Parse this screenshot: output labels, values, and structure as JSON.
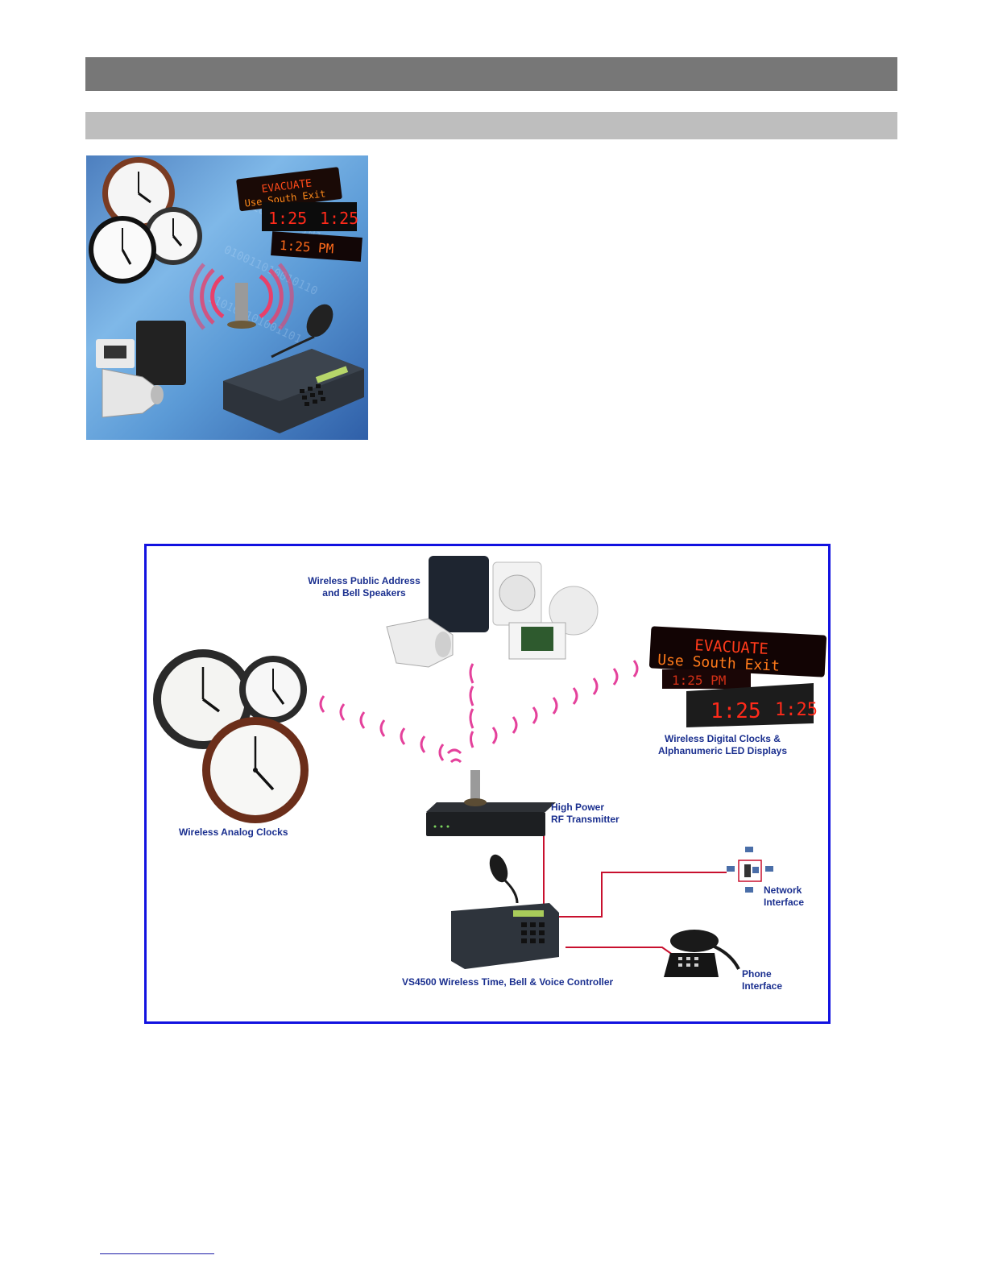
{
  "photo": {
    "led_line1": "EVACUATE",
    "led_line2": "Use South Exit",
    "digital_time_left": "1:25",
    "digital_time_right": "1:25",
    "led_time": "1:25 PM"
  },
  "diagram": {
    "speakers_label": "Wireless Public Address\nand Bell Speakers",
    "digital_label": "Wireless Digital Clocks &\nAlphanumeric LED Displays",
    "analog_label": "Wireless Analog Clocks",
    "transmitter_label": "High Power\nRF Transmitter",
    "network_label": "Network\nInterface",
    "controller_label": "VS4500 Wireless Time, Bell & Voice Controller",
    "phone_label": "Phone\nInterface",
    "led_line1": "EVACUATE",
    "led_line2": "Use South Exit",
    "led_time": "1:25 PM",
    "digital_time_left": "1:25",
    "digital_time_right": "1:25"
  },
  "colors": {
    "header_dark": "#777777",
    "header_light": "#bebebe",
    "diagram_border": "#1212e0",
    "label_blue": "#1a2f8f",
    "cable_red": "#c8102e",
    "signal_pink": "#e0208a",
    "led_red": "#ff3a1a"
  }
}
